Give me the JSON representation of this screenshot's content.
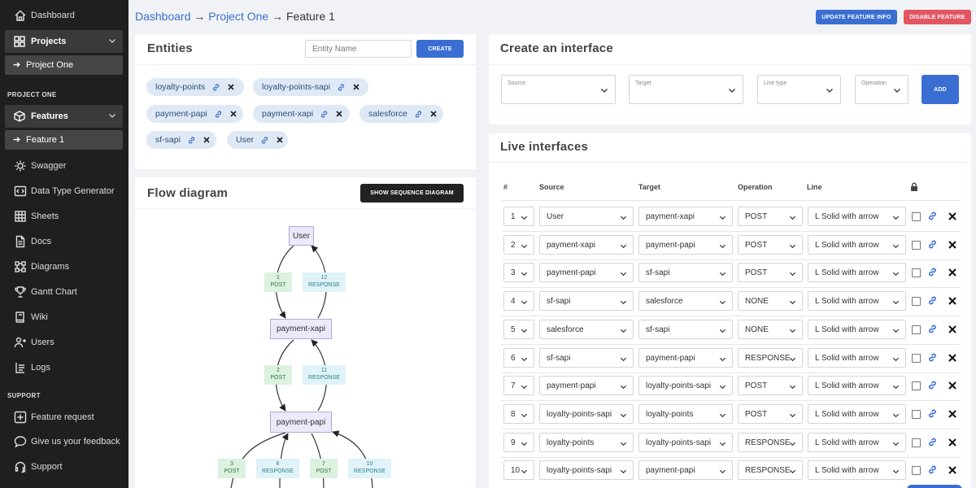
{
  "sidebar": {
    "top_items": [
      {
        "label": "Dashboard",
        "icon": "home-icon"
      }
    ],
    "projects": {
      "label": "Projects",
      "icon": "grid-icon"
    },
    "project_one": {
      "label": "Project One"
    },
    "section_project": "PROJECT ONE",
    "features": {
      "label": "Features",
      "icon": "cube-icon"
    },
    "feature_one": {
      "label": "Feature 1"
    },
    "project_items": [
      {
        "label": "Swagger",
        "icon": "swagger-icon"
      },
      {
        "label": "Data Type Generator",
        "icon": "code-icon"
      },
      {
        "label": "Sheets",
        "icon": "table-icon"
      },
      {
        "label": "Docs",
        "icon": "document-icon"
      },
      {
        "label": "Diagrams",
        "icon": "diagram-icon"
      },
      {
        "label": "Gantt Chart",
        "icon": "trophy-icon"
      },
      {
        "label": "Wiki",
        "icon": "book-icon"
      },
      {
        "label": "Users",
        "icon": "user-plus-icon"
      },
      {
        "label": "Logs",
        "icon": "logs-icon"
      }
    ],
    "section_support": "SUPPORT",
    "support_items": [
      {
        "label": "Feature request",
        "icon": "plus-square-icon"
      },
      {
        "label": "Give us your feedback",
        "icon": "chat-icon"
      },
      {
        "label": "Support",
        "icon": "headset-icon"
      }
    ]
  },
  "breadcrumb": {
    "dashboard": "Dashboard",
    "sep": " → ",
    "project": "Project One",
    "feature": "Feature 1"
  },
  "header": {
    "update_button": "UPDATE FEATURE INFO",
    "disable_button": "DISABLE FEATURE"
  },
  "entities": {
    "title": "Entities",
    "input_placeholder": "Entity Name",
    "create_button": "CREATE",
    "chips": [
      "loyalty-points",
      "loyalty-points-sapi",
      "payment-papi",
      "payment-xapi",
      "salesforce",
      "sf-sapi",
      "User"
    ]
  },
  "flow": {
    "title": "Flow diagram",
    "sequence_button": "SHOW SEQUENCE DIAGRAM",
    "nodes": [
      "User",
      "payment-xapi",
      "payment-papi"
    ],
    "labels": [
      {
        "n": "1",
        "op": "POST"
      },
      {
        "n": "12",
        "op": "RESPONSE"
      },
      {
        "n": "2",
        "op": "POST"
      },
      {
        "n": "11",
        "op": "RESPONSE"
      },
      {
        "n": "3",
        "op": "POST"
      },
      {
        "n": "6",
        "op": "RESPONSE"
      },
      {
        "n": "7",
        "op": "POST"
      },
      {
        "n": "10",
        "op": "RESPONSE"
      }
    ]
  },
  "create_interface": {
    "title": "Create an interface",
    "source_placeholder": "Source",
    "target_placeholder": "Target",
    "line_type_placeholder": "Line type",
    "operation_placeholder": "Operation",
    "add_button": "ADD"
  },
  "live": {
    "title": "Live interfaces",
    "headers": {
      "num": "#",
      "source": "Source",
      "target": "Target",
      "operation": "Operation",
      "line": "Line"
    },
    "rows": [
      {
        "num": "1",
        "source": "User",
        "target": "payment-xapi",
        "operation": "POST",
        "line": "L Solid with arrow"
      },
      {
        "num": "2",
        "source": "payment-xapi",
        "target": "payment-papi",
        "operation": "POST",
        "line": "L Solid with arrow"
      },
      {
        "num": "3",
        "source": "payment-papi",
        "target": "sf-sapi",
        "operation": "POST",
        "line": "L Solid with arrow"
      },
      {
        "num": "4",
        "source": "sf-sapi",
        "target": "salesforce",
        "operation": "NONE",
        "line": "L Solid with arrow"
      },
      {
        "num": "5",
        "source": "salesforce",
        "target": "sf-sapi",
        "operation": "NONE",
        "line": "L Solid with arrow"
      },
      {
        "num": "6",
        "source": "sf-sapi",
        "target": "payment-papi",
        "operation": "RESPONSE",
        "line": "L Solid with arrow"
      },
      {
        "num": "7",
        "source": "payment-papi",
        "target": "loyalty-points-sapi",
        "operation": "POST",
        "line": "L Solid with arrow"
      },
      {
        "num": "8",
        "source": "loyalty-points-sapi",
        "target": "loyalty-points",
        "operation": "POST",
        "line": "L Solid with arrow"
      },
      {
        "num": "9",
        "source": "loyalty-points",
        "target": "loyalty-points-sapi",
        "operation": "RESPONSE",
        "line": "L Solid with arrow"
      },
      {
        "num": "10",
        "source": "loyalty-points-sapi",
        "target": "payment-papi",
        "operation": "RESPONSE",
        "line": "L Solid with arrow"
      }
    ]
  },
  "colors": {
    "accent": "#3a6ed3",
    "danger": "#e25563",
    "sidebar": "#1f1f1f",
    "chip": "#dfe9f5",
    "node": "#ede9fb"
  }
}
